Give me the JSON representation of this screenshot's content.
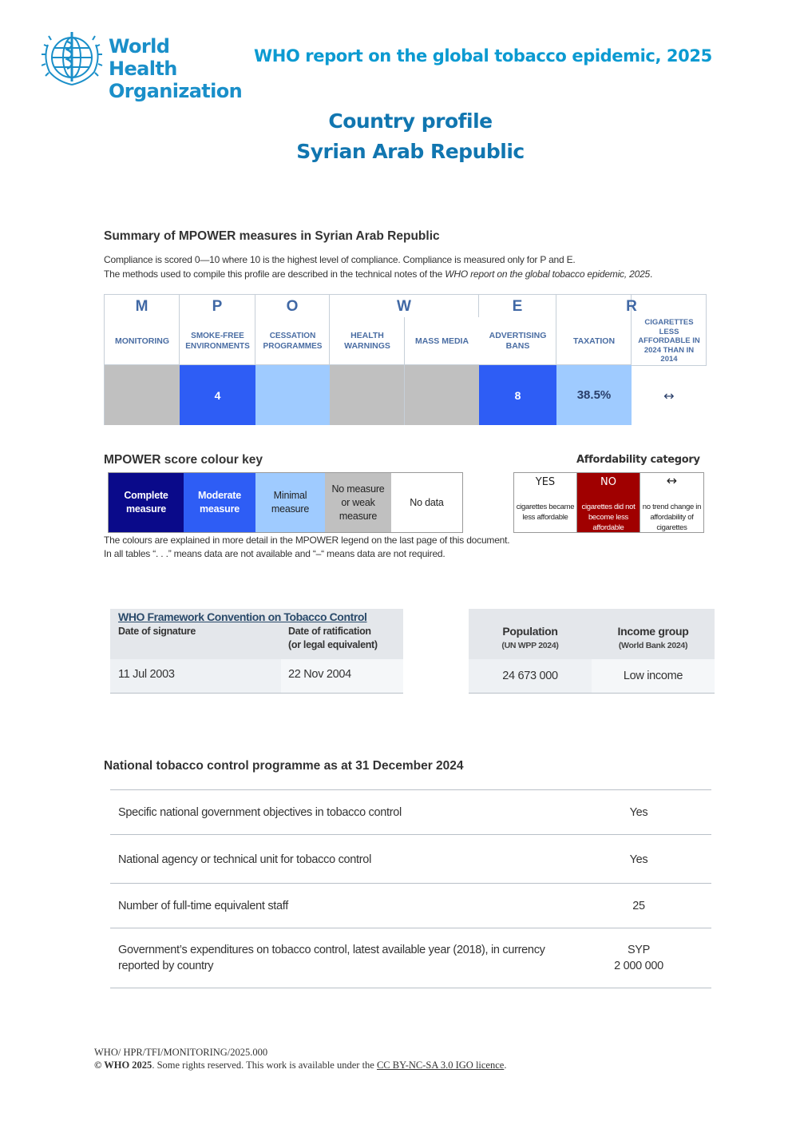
{
  "header": {
    "org_line1": "World Health",
    "org_line2": "Organization",
    "report_title": "WHO report on the global tobacco epidemic, 2025",
    "profile_title": "Country profile",
    "country": "Syrian Arab Republic"
  },
  "summary": {
    "heading": "Summary of MPOWER measures in Syrian Arab Republic",
    "note1": "Compliance is scored 0—10 where 10 is the highest level of compliance. Compliance is measured only for P and E.",
    "note2_prefix": "The methods used to compile this profile are described in the technical notes of the ",
    "note2_italic": "WHO report on the global tobacco epidemic, 2025",
    "note2_suffix": "."
  },
  "mpower": {
    "letters": [
      "M",
      "P",
      "O",
      "W",
      "E",
      "R"
    ],
    "labels": [
      "MONITORING",
      "SMOKE-FREE ENVIRONMENTS",
      "CESSATION PROGRAMMES",
      "HEALTH WARNINGS",
      "MASS MEDIA",
      "ADVERTISING BANS",
      "TAXATION",
      "CIGARETTES LESS AFFORDABLE IN 2024 THAN IN 2014"
    ],
    "values": [
      "",
      "4",
      "",
      "",
      "",
      "8",
      "38.5%",
      "↔"
    ],
    "colors": [
      "#c0c0c0",
      "#2e5df5",
      "#9fcbff",
      "#c0c0c0",
      "#c0c0c0",
      "#2e5df5",
      "#9fcbff",
      "#ffffff"
    ]
  },
  "colour_key": {
    "heading": "MPOWER score colour key",
    "items": [
      {
        "label": "Complete measure",
        "color": "#0a0a8a"
      },
      {
        "label": "Moderate measure",
        "color": "#2e5df5"
      },
      {
        "label": "Minimal measure",
        "color": "#9fcbff"
      },
      {
        "label": "No measure or weak measure",
        "color": "#c0c0c0"
      },
      {
        "label": "No data",
        "color": "#ffffff"
      }
    ],
    "note1": "The colours are explained in more detail in the MPOWER legend on the last page of this document.",
    "note2": "In all tables “. . .” means data are not available and “–“ means data are not required."
  },
  "affordability": {
    "heading": "Affordability category",
    "items": [
      {
        "title": "YES",
        "desc": "cigarettes became less affordable",
        "color": "#ffffff"
      },
      {
        "title": "NO",
        "desc": "cigarettes did not become less affordable",
        "color": "#a00000"
      },
      {
        "title": "↔",
        "desc": "no trend change in affordability of cigarettes",
        "color": "#ffffff"
      }
    ]
  },
  "fctc": {
    "title": "WHO Framework Convention on Tobacco Control",
    "col1_label": "Date of signature",
    "col2_label_1": "Date of ratification",
    "col2_label_2": "(or legal equivalent)",
    "signature": "11 Jul 2003",
    "ratification": "22 Nov 2004"
  },
  "population": {
    "pop_label": "Population",
    "pop_source": "(UN WPP 2024)",
    "income_label": "Income group",
    "income_source": "(World Bank 2024)",
    "pop_value": "24 673 000",
    "income_value": "Low income"
  },
  "ntcp": {
    "heading": "National tobacco control programme as at 31 December 2024",
    "rows": [
      {
        "label": "Specific national government objectives in tobacco control",
        "value": "Yes"
      },
      {
        "label": "National agency or technical unit for tobacco control",
        "value": "Yes"
      },
      {
        "label": "Number of full-time equivalent staff",
        "value": "25"
      },
      {
        "label": "Government’s expenditures on tobacco control, latest available year (2018), in currency reported by country",
        "value_line1": "SYP",
        "value_line2": "2 000 000"
      }
    ]
  },
  "footer": {
    "code": "WHO/ HPR/TFI/MONITORING/2025.000",
    "copyright_bold": "© WHO 2025",
    "copyright_text": ". Some rights reserved. This work is available under the ",
    "licence": "CC BY-NC-SA 3.0 IGO licence",
    "end": "."
  }
}
